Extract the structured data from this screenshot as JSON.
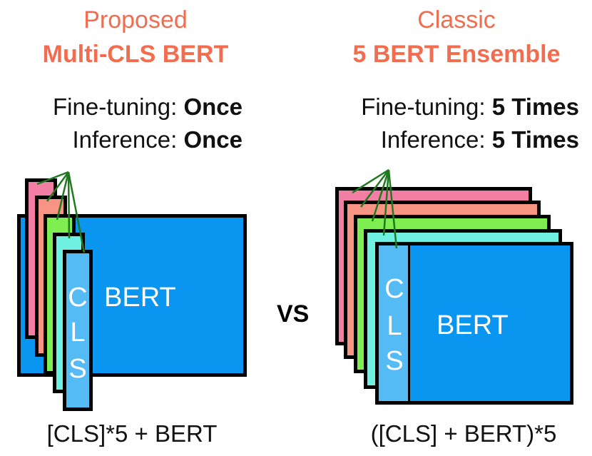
{
  "left": {
    "subtitle": "Proposed",
    "title": "Multi-CLS BERT",
    "finetune_label": "Fine-tuning:",
    "finetune_value": "Once",
    "inference_label": "Inference:",
    "inference_value": "Once",
    "cls_letters": [
      "C",
      "L",
      "S"
    ],
    "bert_label": "BERT",
    "caption": "[CLS]*5 + BERT"
  },
  "vs": "VS",
  "right": {
    "subtitle": "Classic",
    "title": "5 BERT Ensemble",
    "finetune_label": "Fine-tuning:",
    "finetune_value": "5 Times",
    "inference_label": "Inference:",
    "inference_value": "5 Times",
    "cls_letters": [
      "C",
      "L",
      "S"
    ],
    "bert_label": "BERT",
    "caption": "([CLS] + BERT)*5"
  },
  "colors": {
    "accent": "#f26d50",
    "bert_blue": "#0a96f0",
    "cls_blue": "#55bbf5",
    "layer_colors": [
      "#f47fa4",
      "#f79484",
      "#7fee50",
      "#70f0e0",
      "#55bbf5"
    ],
    "line_green": "#1f7a1f"
  }
}
